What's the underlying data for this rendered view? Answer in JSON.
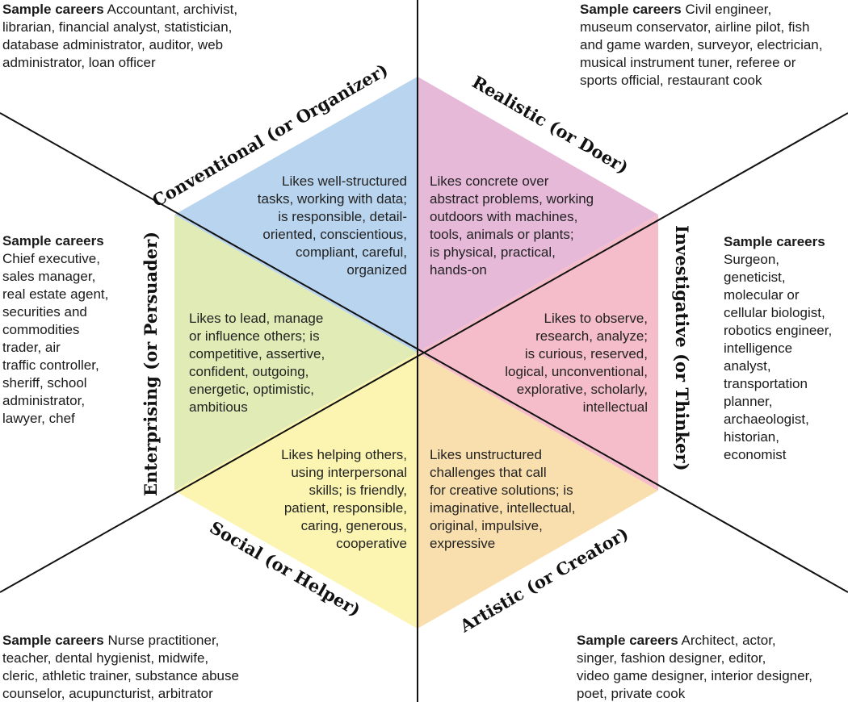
{
  "colors": {
    "conventional": "#b9d4ee",
    "realistic": "#e6b9d9",
    "investigative": "#f5bdc9",
    "artistic": "#fadfae",
    "social": "#fbf5b1",
    "enterprising": "#e1ebb6",
    "line": "#111111"
  },
  "types": {
    "conventional": {
      "label": "Conventional (or Organizer)",
      "desc": [
        "Likes well-structured",
        "tasks, working with data;",
        "is responsible, detail-",
        "oriented, conscientious,",
        "compliant, careful,",
        "organized"
      ]
    },
    "realistic": {
      "label": "Realistic (or Doer)",
      "desc": [
        "Likes concrete over",
        "abstract problems, working",
        "outdoors with machines,",
        "tools, animals or plants;",
        "is physical, practical,",
        "hands-on"
      ]
    },
    "enterprising": {
      "label": "Enterprising (or Persuader)",
      "desc": [
        "Likes to lead, manage",
        "or influence others; is",
        "competitive, assertive,",
        "confident, outgoing,",
        "energetic, optimistic,",
        "ambitious"
      ]
    },
    "investigative": {
      "label": "Investigative (or Thinker)",
      "desc": [
        "Likes to observe,",
        "research, analyze;",
        "is curious, reserved,",
        "logical, unconventional,",
        "explorative, scholarly,",
        "intellectual"
      ]
    },
    "social": {
      "label": "Social (or Helper)",
      "desc": [
        "Likes helping others,",
        "using interpersonal",
        "skills; is friendly,",
        "patient, responsible,",
        "caring, generous,",
        "cooperative"
      ]
    },
    "artistic": {
      "label": "Artistic (or Creator)",
      "desc": [
        "Likes unstructured",
        "challenges that call",
        "for creative solutions; is",
        "imaginative, intellectual,",
        "original, impulsive,",
        "expressive"
      ]
    }
  },
  "careers": {
    "heading": "Sample careers",
    "conventional": [
      "Accountant, archivist,",
      "librarian, financial analyst, statistician,",
      "database administrator, auditor, web",
      "administrator, loan officer"
    ],
    "realistic": [
      "Civil engineer,",
      "museum conservator, airline pilot, fish",
      "and game warden, surveyor, electrician,",
      "musical instrument tuner, referee or",
      "sports official, restaurant cook"
    ],
    "enterprising": [
      "Chief executive,",
      "sales manager,",
      "real estate agent,",
      "securities and",
      "commodities",
      "trader, air",
      "traffic controller,",
      "sheriff, school",
      "administrator,",
      "lawyer, chef"
    ],
    "investigative": [
      "Surgeon,",
      "geneticist,",
      "molecular or",
      "cellular biologist,",
      "robotics engineer,",
      "intelligence",
      "analyst,",
      "transportation",
      "planner,",
      "archaeologist,",
      "historian,",
      "economist"
    ],
    "social": [
      "Nurse practitioner,",
      "teacher, dental hygienist, midwife,",
      "cleric, athletic trainer, substance abuse",
      "counselor, acupuncturist, arbitrator"
    ],
    "artistic": [
      "Architect, actor,",
      "singer, fashion designer, editor,",
      "video game designer, interior designer,",
      "poet, private cook"
    ]
  }
}
